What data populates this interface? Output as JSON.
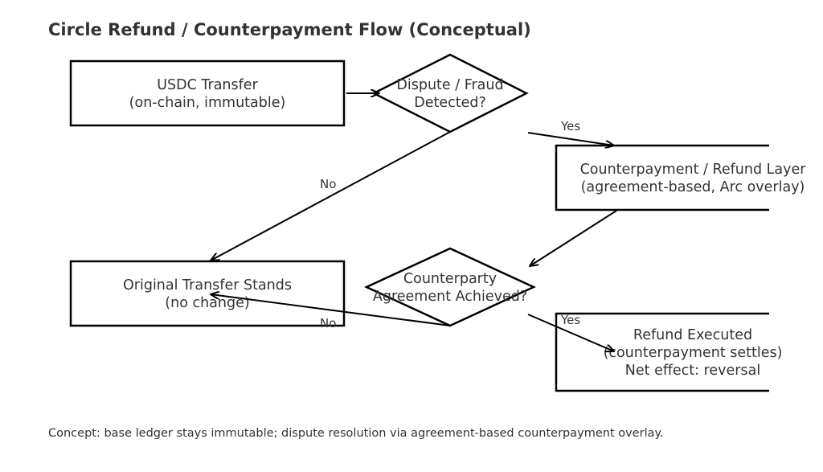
{
  "title": "Circle Refund / Counterpayment Flow (Conceptual)",
  "nodes": {
    "usdc_transfer": {
      "lines": [
        "USDC Transfer",
        "(on-chain, immutable)"
      ]
    },
    "dispute_check": {
      "lines": [
        "Dispute / Fraud",
        "Detected?"
      ]
    },
    "refund_layer": {
      "lines": [
        "Counterpayment / Refund Layer",
        "(agreement-based, Arc overlay)"
      ]
    },
    "original_stands": {
      "lines": [
        "Original Transfer Stands",
        "(no change)"
      ]
    },
    "agreement_check": {
      "lines": [
        "Counterparty",
        "Agreement Achieved?"
      ]
    },
    "refund_executed": {
      "lines": [
        "Refund Executed",
        "(counterpayment settles)",
        "Net effect: reversal"
      ]
    }
  },
  "edge_labels": {
    "dispute_yes": "Yes",
    "dispute_no": "No",
    "agreement_yes": "Yes",
    "agreement_no": "No"
  },
  "caption": "Concept: base ledger stays immutable; dispute resolution via agreement-based counterpayment overlay."
}
